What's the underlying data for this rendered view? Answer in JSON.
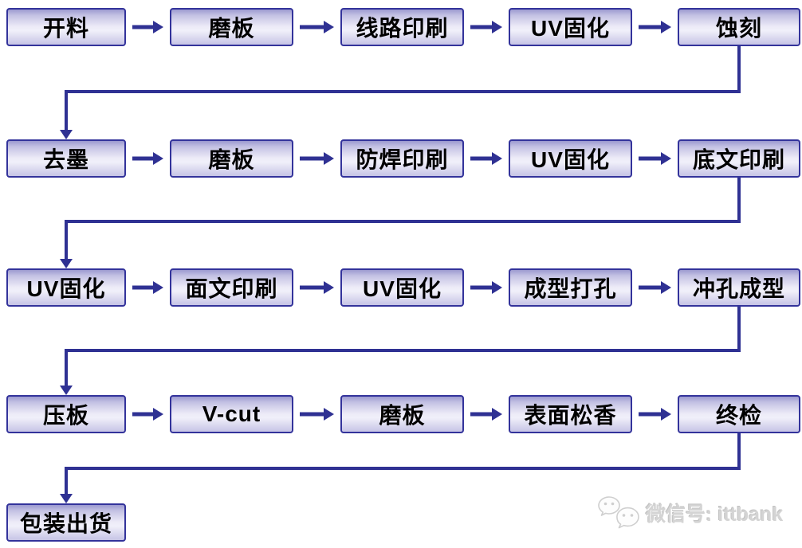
{
  "flowchart": {
    "rows": [
      {
        "steps": [
          "开料",
          "磨板",
          "线路印刷",
          "UV固化",
          "蚀刻"
        ]
      },
      {
        "steps": [
          "去墨",
          "磨板",
          "防焊印刷",
          "UV固化",
          "底文印刷"
        ]
      },
      {
        "steps": [
          "UV固化",
          "面文印刷",
          "UV固化",
          "成型打孔",
          "冲孔成型"
        ]
      },
      {
        "steps": [
          "压板",
          "V-cut",
          "磨板",
          "表面松香",
          "终检"
        ]
      },
      {
        "steps": [
          "包装出货"
        ]
      }
    ],
    "colors": {
      "box_border": "#33339b",
      "box_fill_top": "#9b99d0",
      "box_fill_mid": "#eceaf7",
      "box_fill_bottom": "#c6c4e6",
      "arrow": "#2f3193",
      "text": "#000000"
    }
  },
  "watermark": {
    "icon": "wechat-icon",
    "label": "微信号: ittbank",
    "color": "#d4d4d4"
  }
}
